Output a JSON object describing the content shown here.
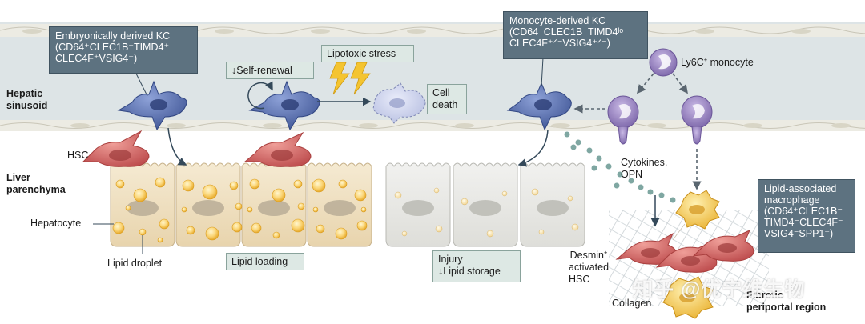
{
  "labels": {
    "hepatic_sinusoid": [
      "Hepatic",
      "sinusoid"
    ],
    "liver_parenchyma": [
      "Liver",
      "parenchyma"
    ],
    "hsc": "HSC",
    "hepatocyte": "Hepatocyte",
    "lipid_droplet": "Lipid droplet",
    "cell_death": [
      "Cell",
      "death"
    ],
    "lipotoxic_stress": "Lipotoxic stress",
    "self_renewal": "↓Self-renewal",
    "lipid_loading": "Lipid loading",
    "injury": [
      "Injury",
      "↓Lipid storage"
    ],
    "ly6c_monocyte": {
      "base": "Ly6C",
      "sup": "+",
      "rest": " monocyte"
    },
    "cytokines": [
      "Cytokines,",
      "OPN"
    ],
    "desmin": {
      "base": "Desmin",
      "sup": "+",
      "line2": "activated",
      "line3": "HSC"
    },
    "collagen": "Collagen",
    "fibrotic": [
      "Fibrotic",
      "periportal region"
    ]
  },
  "boxes": {
    "embryonic_kc": {
      "title": "Embryonically derived KC",
      "line2": "(CD64⁺CLEC1B⁺TIMD4⁺",
      "line3": "CLEC4F⁺VSIG4⁺)"
    },
    "monocyte_kc": {
      "title": "Monocyte-derived KC",
      "line2": "(CD64⁺CLEC1B⁺TIMD4ˡᵒ",
      "line3": "CLEC4F⁺ᐟ⁻VSIG4⁺ᐟ⁻)"
    },
    "lam": {
      "line1": "Lipid-associated",
      "line2": "macrophage",
      "line3": "(CD64⁺CLEC1B⁻",
      "line4": "TIMD4⁻CLEC4F⁻",
      "line5": "VSIG4⁻SPP1⁺)"
    }
  },
  "watermark": "知乎 @优宁维生物",
  "colors": {
    "sinusoid_band": "#dee5e6",
    "endothelium": "#ecebe3",
    "kupffer_cell": "#4f66a8",
    "hsc_cell": "#cc6262",
    "hepatocyte_normal": "#f0e3c5",
    "hepatocyte_injured": "#e9e9e6",
    "lipid": "#f6c24c",
    "monocyte": "#8d78b6",
    "lam_cell": "#f2c646",
    "dark_box": "#5d7280",
    "light_box": "#dde8e4"
  }
}
